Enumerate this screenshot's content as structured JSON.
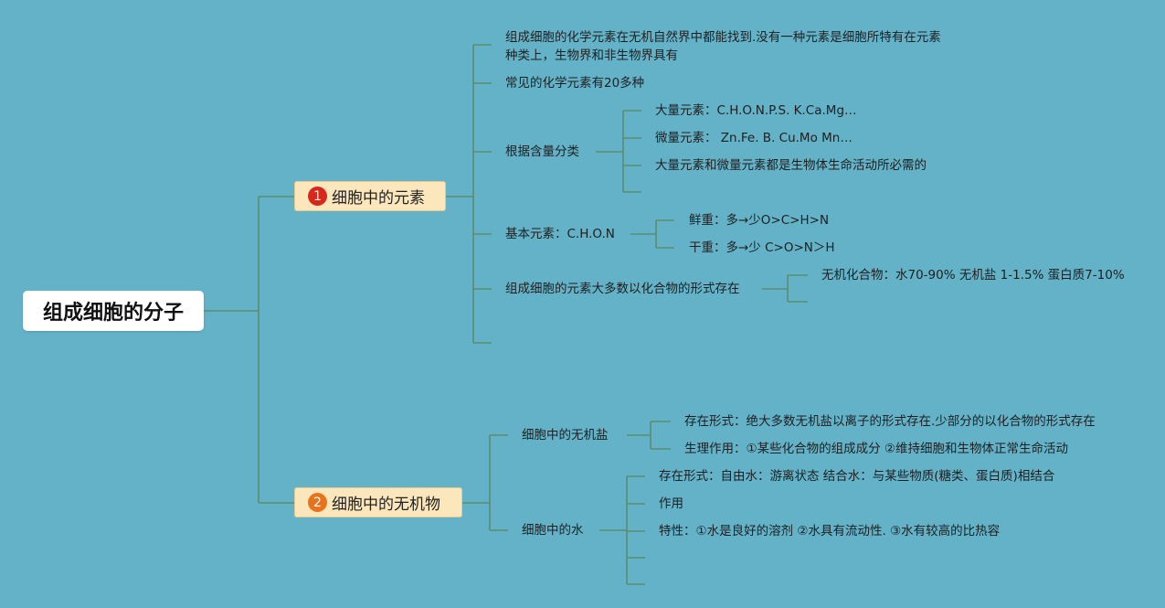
{
  "root": {
    "title": "组成细胞的分子"
  },
  "colors": {
    "background": "#63b2c8",
    "line": "#5b8d6e",
    "branch_bg": "#fce7bd",
    "badge1": "#d9271c",
    "badge2": "#e8731f"
  },
  "branch1": {
    "number": "1",
    "label": "细胞中的元素",
    "items": {
      "a_line1": "组成细胞的化学元素在无机自然界中都能找到.没有一种元素是细胞所特有在元素",
      "a_line2": "种类上，生物界和非生物界具有",
      "b": "常见的化学元素有20多种",
      "c": {
        "label": "根据含量分类",
        "children": [
          "大量元素：C.H.O.N.P.S. K.Ca.Mg…",
          "微量元素： Zn.Fe. B. Cu.Mo Mn…",
          "大量元素和微量元素都是生物体生命活动所必需的"
        ]
      },
      "d": {
        "label": "基本元素：C.H.O.N",
        "children": [
          "鲜重：多→少O>C>H>N",
          "干重：多→少 C>O>N＞H"
        ]
      },
      "e": {
        "label": "组成细胞的元素大多数以化合物的形式存在",
        "children": [
          "无机化合物：水70-90% 无机盐 1-1.5% 蛋白质7-10%"
        ]
      }
    }
  },
  "branch2": {
    "number": "2",
    "label": "细胞中的无机物",
    "salt": {
      "label": "细胞中的无机盐",
      "children": [
        "存在形式：绝大多数无机盐以离子的形式存在.少部分的以化合物的形式存在",
        "生理作用：①某些化合物的组成成分 ②维持细胞和生物体正常生命活动"
      ]
    },
    "water": {
      "label": "细胞中的水",
      "children": [
        "存在形式：自由水：游离状态 结合水：与某些物质(糖类、蛋白质)相结合",
        "作用",
        "特性：①水是良好的溶剂 ②水具有流动性. ③水有较高的比热容"
      ]
    }
  }
}
